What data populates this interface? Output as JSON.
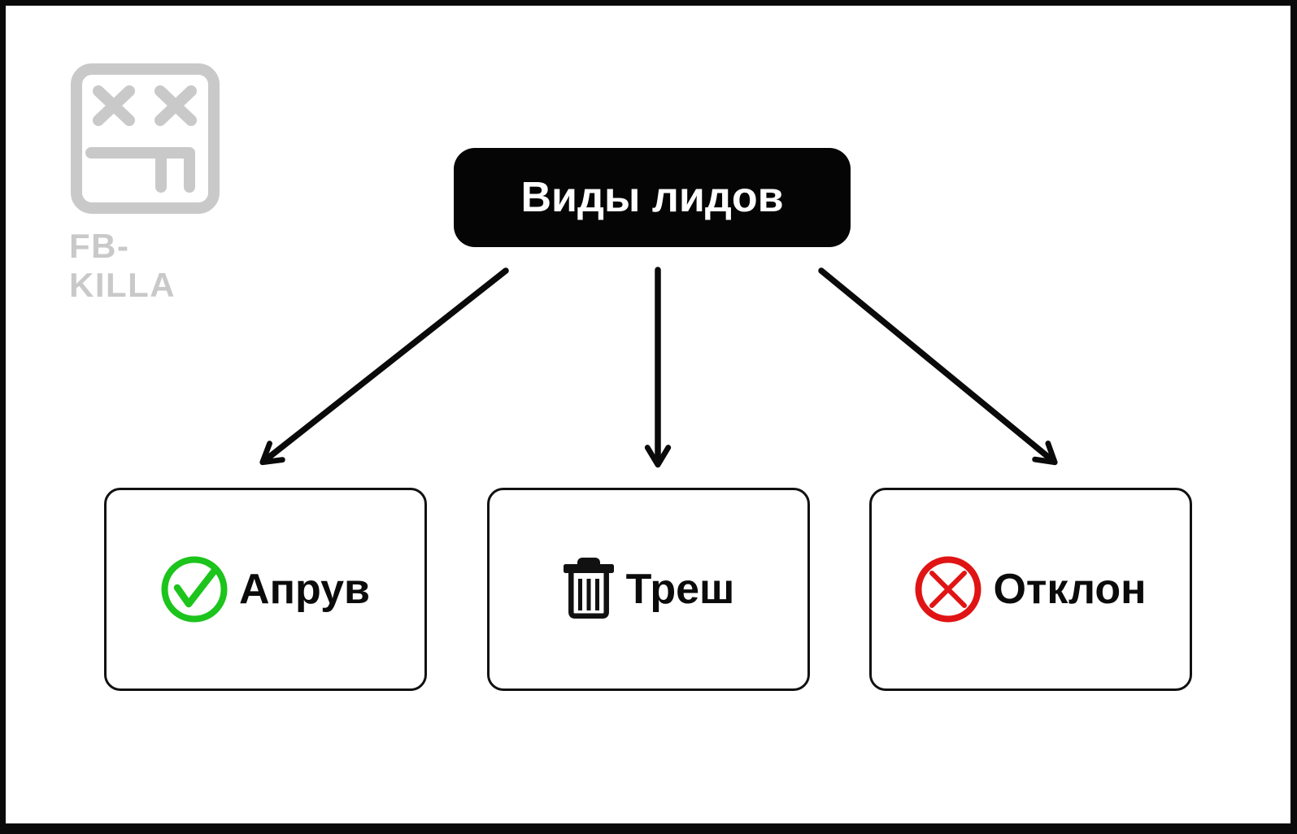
{
  "brand": {
    "name": "FB-KILLA",
    "logo_icon": "dead-face-icon"
  },
  "diagram": {
    "root": {
      "label": "Виды лидов"
    },
    "children": [
      {
        "id": "approve",
        "label": "Апрув",
        "icon": "check-circle-icon",
        "icon_color": "#1cc41c"
      },
      {
        "id": "trash",
        "label": "Треш",
        "icon": "trash-icon",
        "icon_color": "#111111"
      },
      {
        "id": "decline",
        "label": "Отклон",
        "icon": "x-circle-icon",
        "icon_color": "#e01414"
      }
    ],
    "connectors": [
      {
        "from": "root",
        "to": "approve",
        "style": "arrow"
      },
      {
        "from": "root",
        "to": "trash",
        "style": "arrow"
      },
      {
        "from": "root",
        "to": "decline",
        "style": "arrow"
      }
    ]
  },
  "colors": {
    "line": "#0a0a0a",
    "node-bg": "#050505",
    "node-text": "#ffffff",
    "card-border": "#111111",
    "green": "#1cc41c",
    "red": "#e01414",
    "logo-gray": "#c9c9c9",
    "canvas-bg": "#ffffff"
  }
}
